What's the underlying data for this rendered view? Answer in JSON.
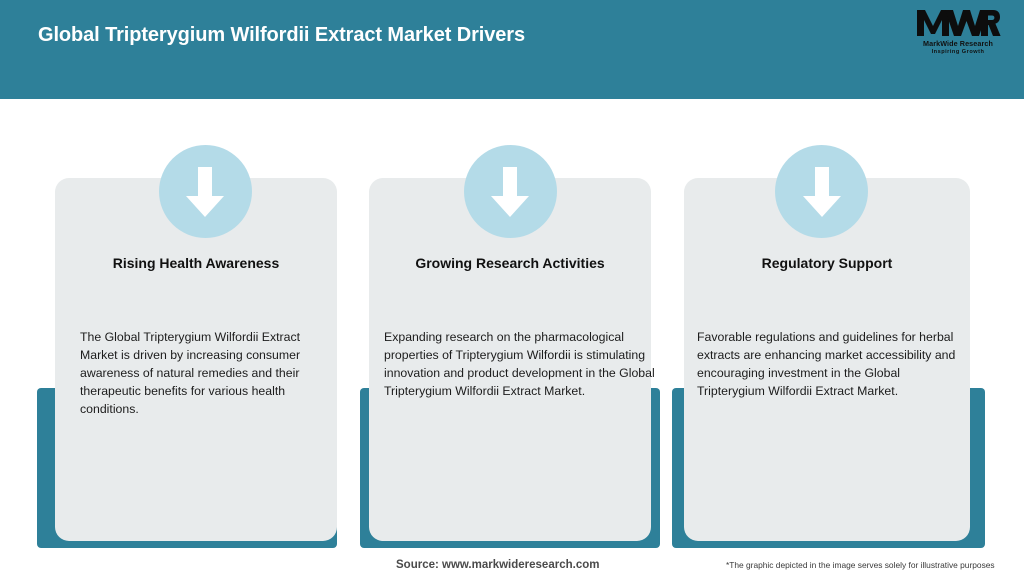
{
  "header": {
    "title": "Global Tripterygium Wilfordii Extract Market Drivers",
    "background_color": "#2e8099",
    "title_color": "#ffffff"
  },
  "logo": {
    "mark": "MWR",
    "company_name": "MarkWide Research",
    "tagline": "Inspiring Growth"
  },
  "cards": [
    {
      "icon": "down-arrow-icon",
      "heading": "Rising Health Awareness",
      "body": "The Global Tripterygium Wilfordii Extract Market is driven by increasing consumer awareness of natural remedies and their therapeutic benefits for various health conditions."
    },
    {
      "icon": "down-arrow-icon",
      "heading": "Growing Research Activities",
      "body": "Expanding research on the pharmacological properties of Tripterygium Wilfordii is stimulating innovation and product development in the Global Tripterygium Wilfordii Extract Market."
    },
    {
      "icon": "down-arrow-icon",
      "heading": "Regulatory Support",
      "body": "Favorable regulations and guidelines for herbal extracts are enhancing market accessibility and encouraging investment in the Global Tripterygium Wilfordii Extract Market."
    }
  ],
  "footer": {
    "source": "Source: www.markwideresearch.com",
    "disclaimer": "*The graphic depicted in the image serves solely for illustrative purposes"
  },
  "colors": {
    "accent_teal": "#2e8099",
    "icon_circle_blue": "#b4dbe8",
    "card_gray": "#e8ebec",
    "page_background": "#ffffff"
  }
}
